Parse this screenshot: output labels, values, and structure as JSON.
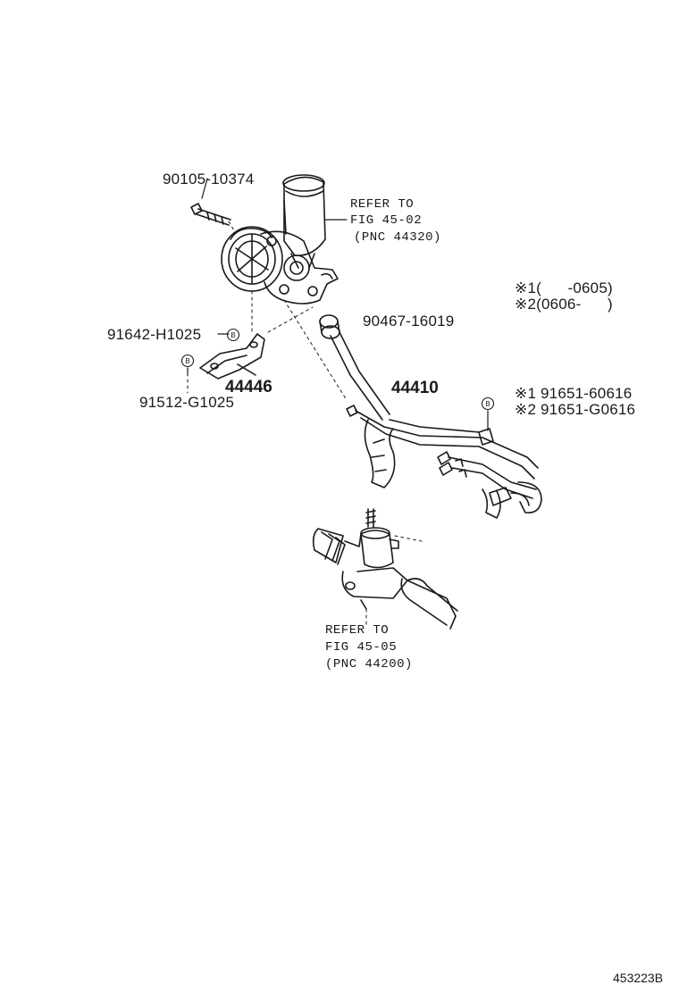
{
  "labels": {
    "bolt_pn": "90105-10374",
    "ref1_l1": "REFER TO",
    "ref1_l2": "FIG 45-02",
    "ref1_l3": "(PNC 44320)",
    "note1": "※1(      -0605)",
    "note2": "※2(0606-      )",
    "bolt2_pn": "91642-H1025",
    "ring_pn": "90467-16019",
    "bracket_pnc": "44446",
    "hose_pnc": "44410",
    "bolt3_pn": "91512-G1025",
    "alt1_pn": "※1 91651-60616",
    "alt2_pn": "※2 91651-G0616",
    "ref2_l1": "REFER TO",
    "ref2_l2": "FIG 45-05",
    "ref2_l3": "(PNC 44200)",
    "marker_b": "B",
    "figure_id": "453223B"
  }
}
